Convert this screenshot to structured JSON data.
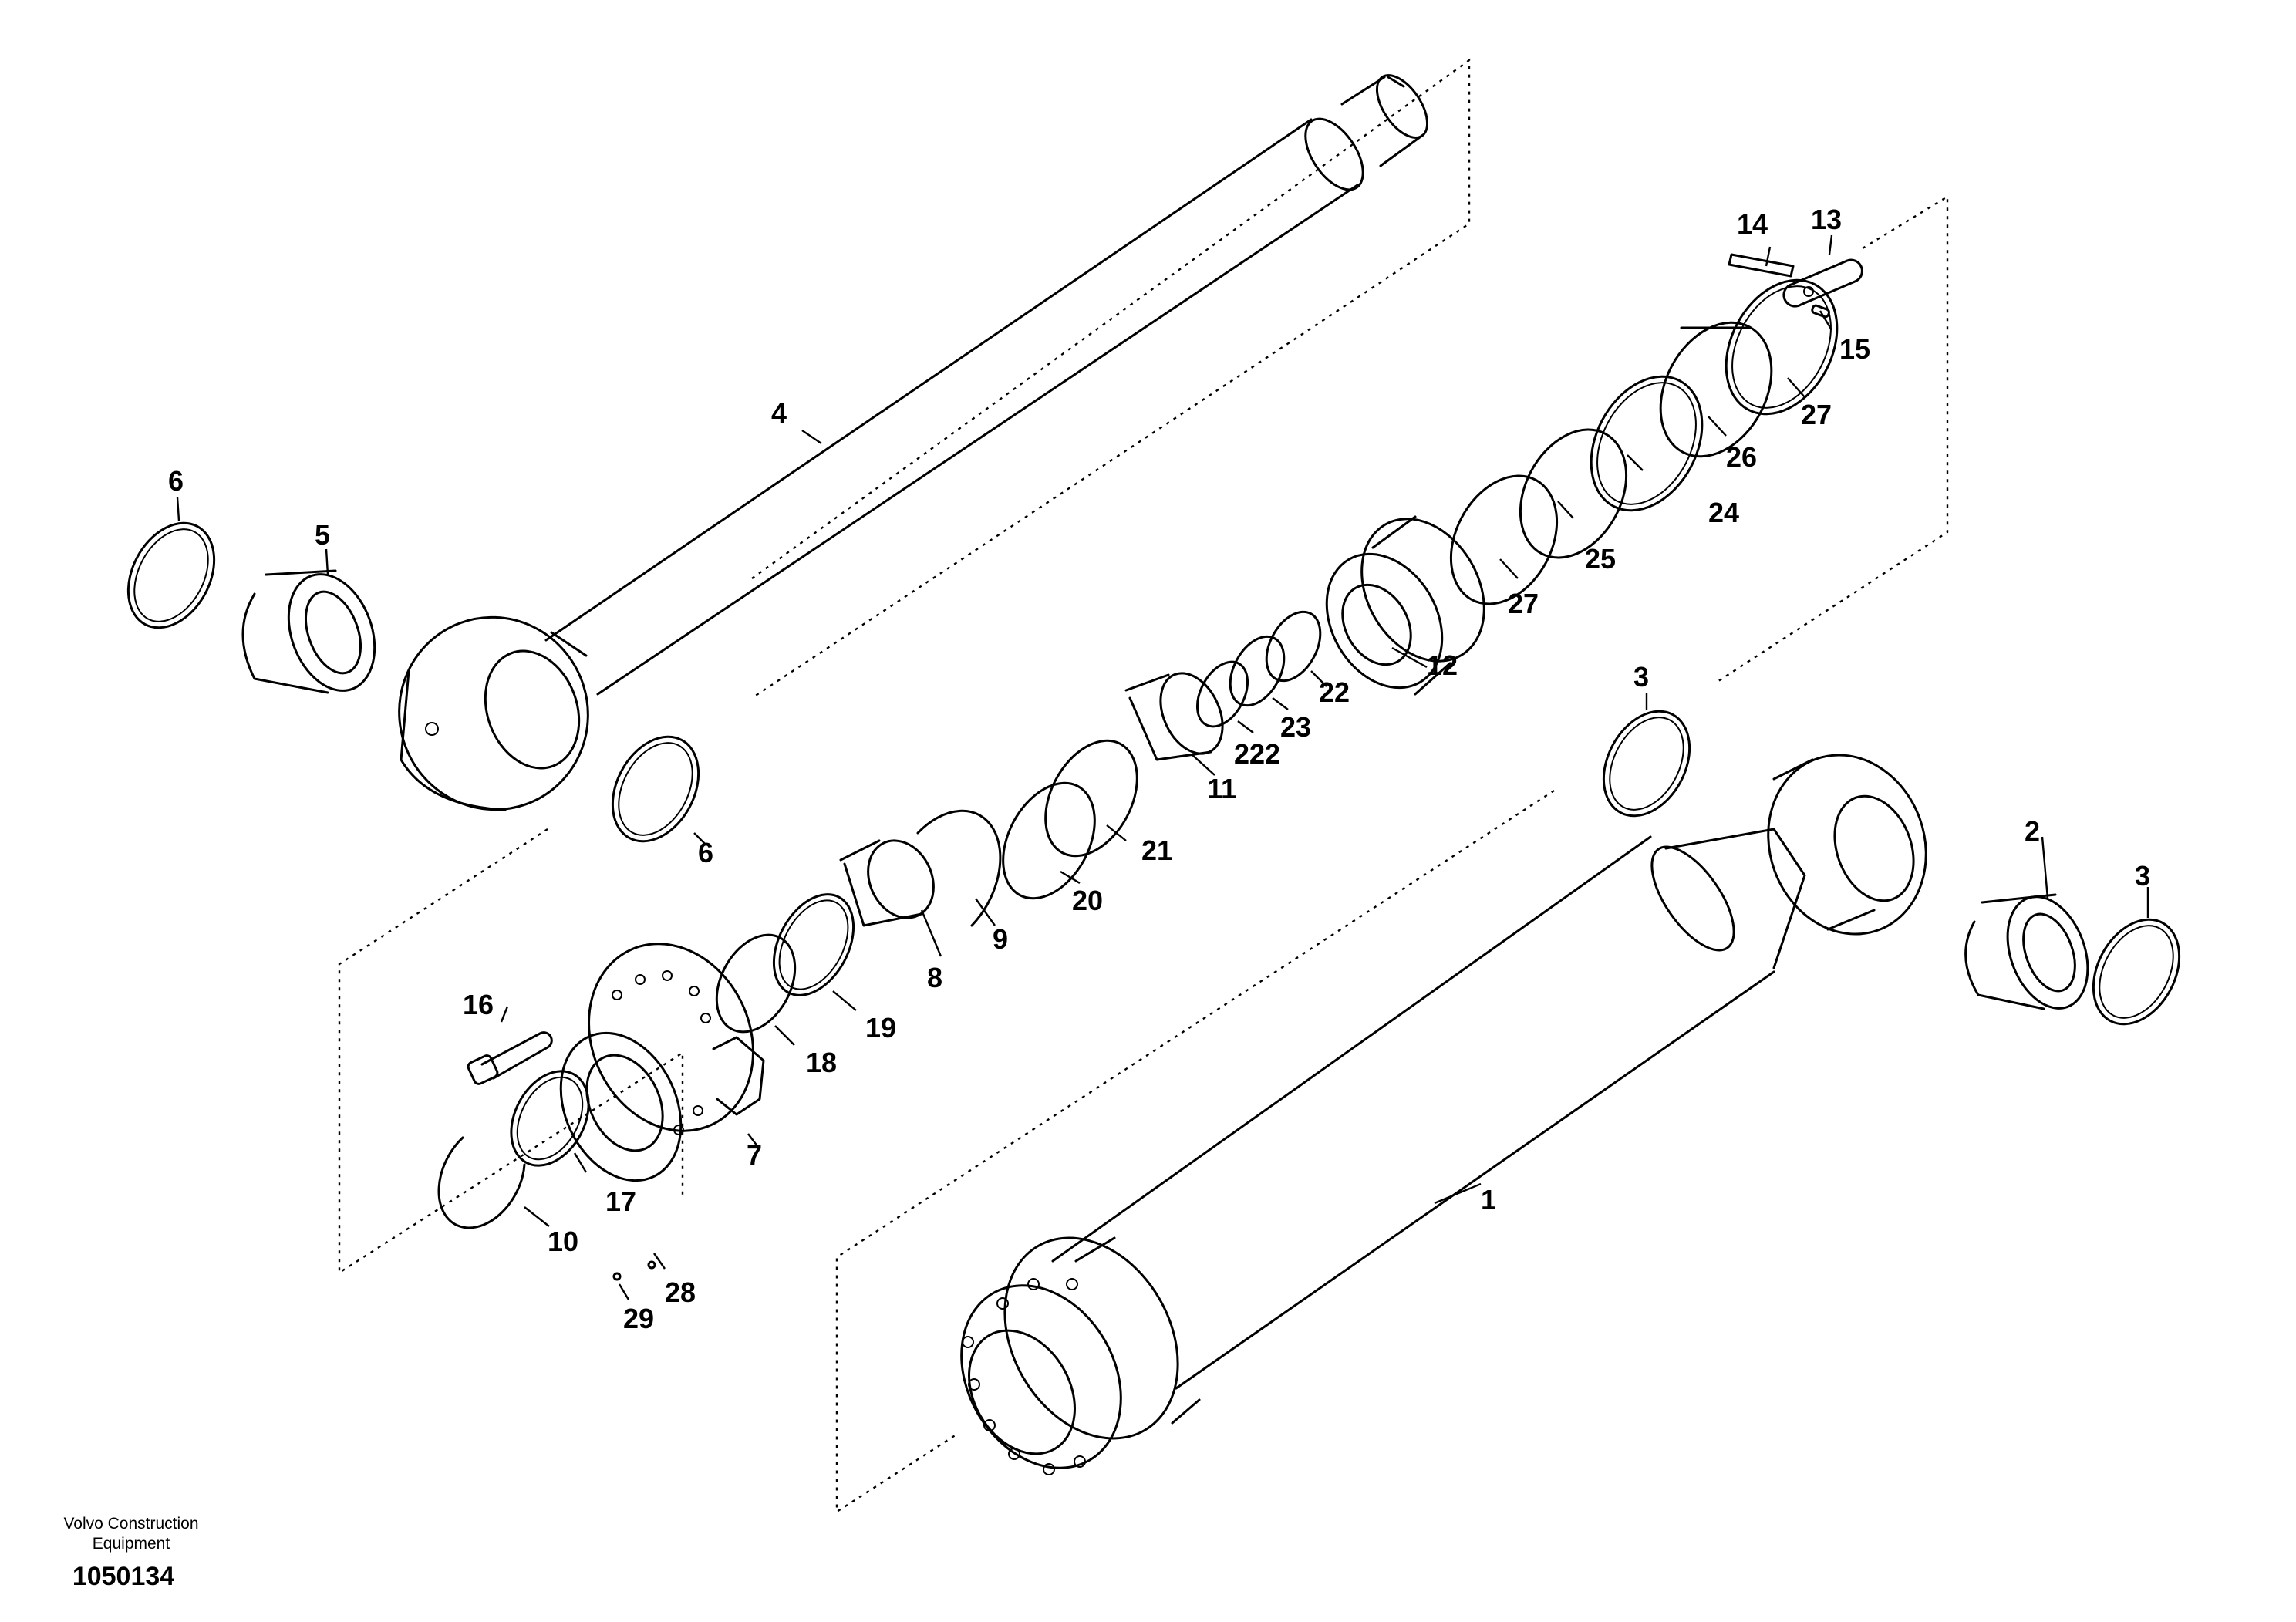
{
  "footer": {
    "company_line1": "Volvo Construction",
    "company_line2": "Equipment",
    "drawing_number": "1050134"
  },
  "callouts": [
    "1",
    "2",
    "3",
    "3",
    "4",
    "5",
    "6",
    "6",
    "7",
    "8",
    "9",
    "10",
    "11",
    "12",
    "13",
    "14",
    "15",
    "16",
    "17",
    "18",
    "19",
    "20",
    "21",
    "22",
    "22",
    "22",
    "23",
    "24",
    "25",
    "26",
    "27",
    "27",
    "28",
    "29"
  ]
}
